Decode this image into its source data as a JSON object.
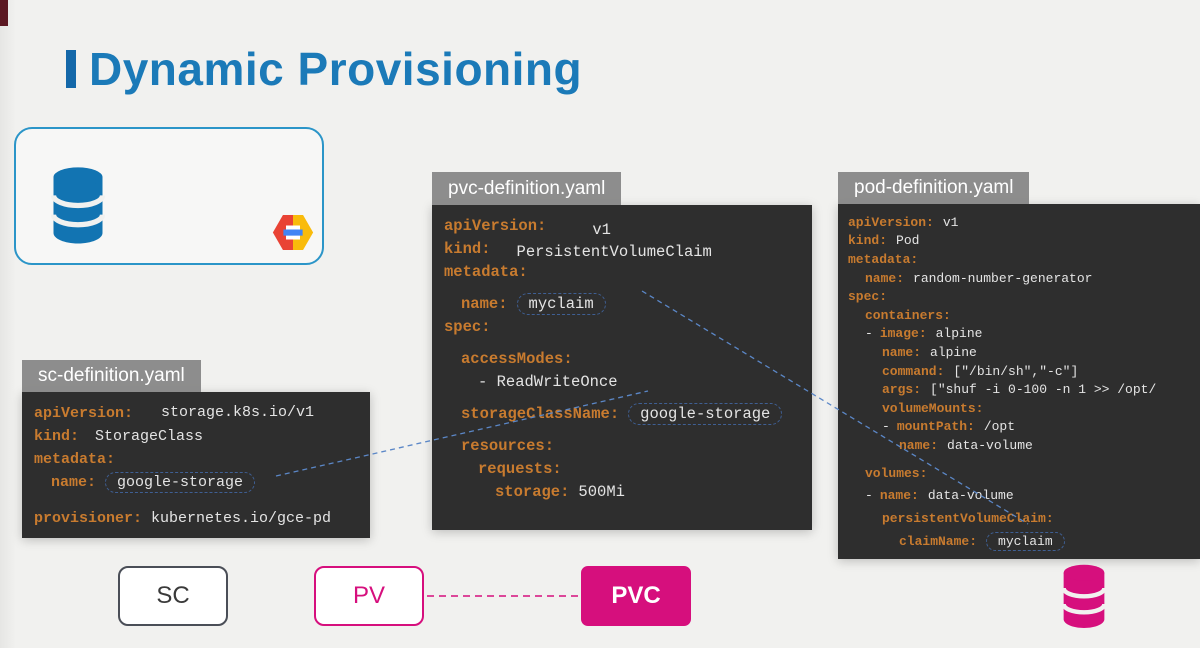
{
  "title": {
    "text": "Dynamic Provisioning"
  },
  "colors": {
    "accent_blue": "#1b7ab8",
    "magenta": "#d60f7d",
    "key_orange": "#c87b2f",
    "panel_bg": "#2e2e2e"
  },
  "cloud_box": {
    "database_icon": "database-icon",
    "provider_icon": "gcp-icon"
  },
  "panels": {
    "sc": {
      "tab": "sc-definition.yaml",
      "lines": [
        {
          "key": "apiVersion:",
          "value": "storage.k8s.io/v1"
        },
        {
          "key": "kind:",
          "value": "StorageClass"
        },
        {
          "key": "metadata:"
        },
        {
          "key": "name:",
          "value": "google-storage"
        },
        {
          "key": "provisioner:",
          "value": "kubernetes.io/gce-pd"
        }
      ]
    },
    "pvc": {
      "tab": "pvc-definition.yaml",
      "lines": [
        {
          "key": "apiVersion:",
          "value": "v1"
        },
        {
          "key": "kind:",
          "value": "PersistentVolumeClaim"
        },
        {
          "key": "metadata:"
        },
        {
          "key": "name:",
          "value": "myclaim"
        },
        {
          "key": "spec:"
        },
        {
          "key": "accessModes:"
        },
        {
          "value": "- ReadWriteOnce"
        },
        {
          "key": "storageClassName:",
          "value": "google-storage"
        },
        {
          "key": "resources:"
        },
        {
          "key": "requests:"
        },
        {
          "key": "storage:",
          "value": "500Mi"
        }
      ]
    },
    "pod": {
      "tab": "pod-definition.yaml",
      "lines": [
        {
          "key": "apiVersion:",
          "value": "v1"
        },
        {
          "key": "kind:",
          "value": "Pod"
        },
        {
          "key": "metadata:"
        },
        {
          "key": "name:",
          "value": "random-number-generator"
        },
        {
          "key": "spec:"
        },
        {
          "key": "containers:"
        },
        {
          "dash": "-",
          "key": "image:",
          "value": "alpine"
        },
        {
          "key": "name:",
          "value": "alpine"
        },
        {
          "key": "command:",
          "value": "[\"/bin/sh\",\"-c\"]"
        },
        {
          "key": "args:",
          "value": "[\"shuf -i 0-100 -n 1 >> /opt/"
        },
        {
          "key": "volumeMounts:"
        },
        {
          "dash": "-",
          "key": "mountPath:",
          "value": "/opt"
        },
        {
          "key": "name:",
          "value": "data-volume"
        },
        {
          "key": "volumes:"
        },
        {
          "dash": "-",
          "key": "name:",
          "value": "data-volume"
        },
        {
          "key": "persistentVolumeClaim:"
        },
        {
          "key": "claimName:",
          "value": "myclaim"
        }
      ]
    }
  },
  "flow": {
    "sc_label": "SC",
    "pv_label": "PV",
    "pvc_label": "PVC",
    "storage_icon": "database-icon"
  }
}
